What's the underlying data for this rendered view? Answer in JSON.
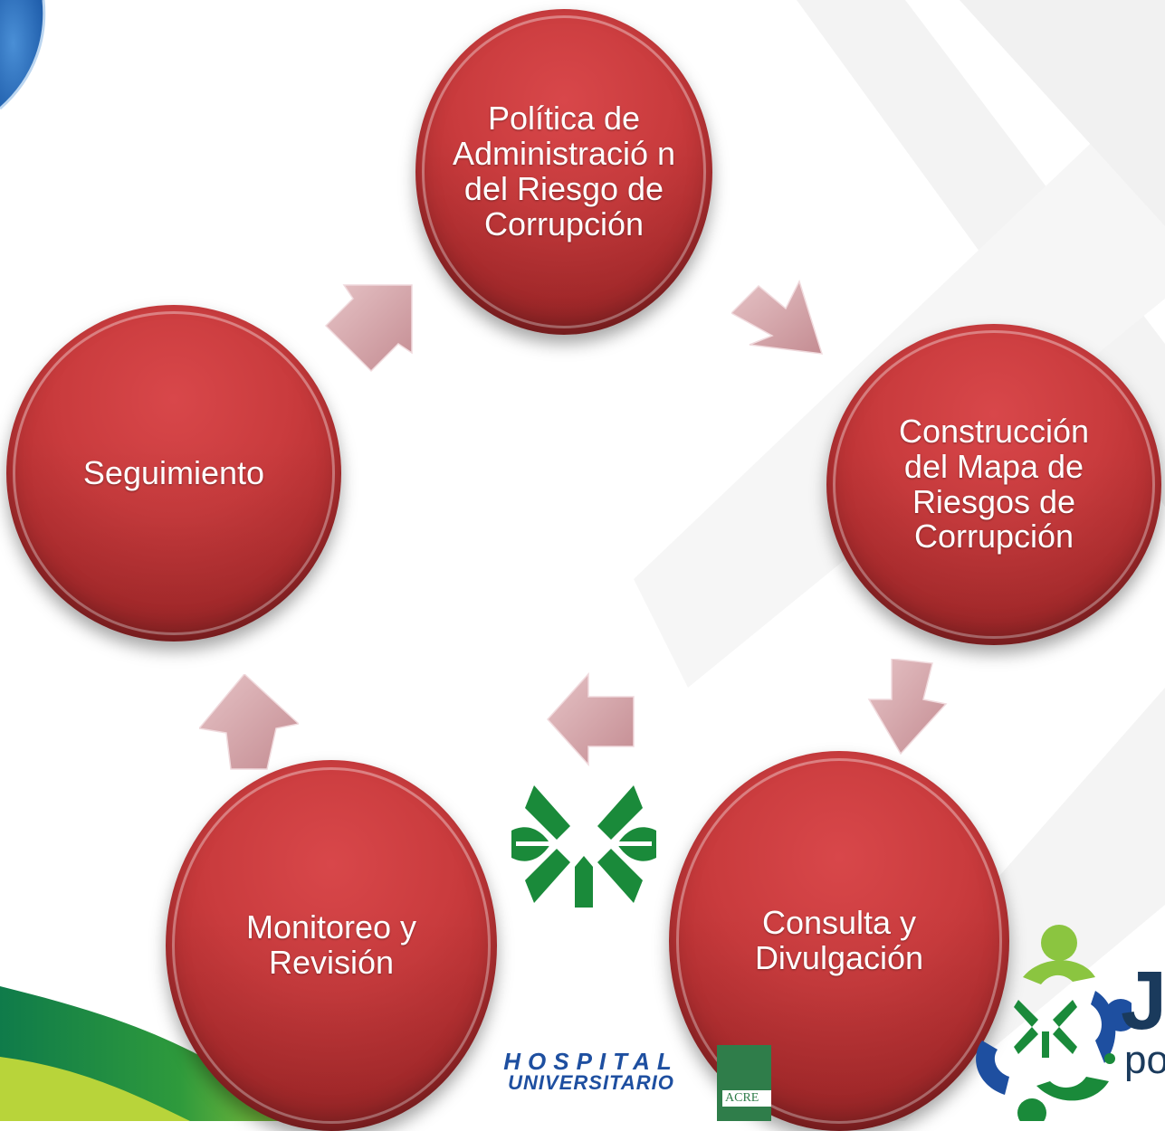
{
  "diagram": {
    "nodes": [
      {
        "id": "politica",
        "label": "Política de Administració n del Riesgo de Corrupción"
      },
      {
        "id": "construccion",
        "label": "Construcción del Mapa de Riesgos de Corrupción"
      },
      {
        "id": "consulta",
        "label": "Consulta y Divulgación"
      },
      {
        "id": "monitoreo",
        "label": "Monitoreo y Revisión"
      },
      {
        "id": "seguimiento",
        "label": "Seguimiento"
      }
    ],
    "flow": "politica → construccion → consulta → monitoreo → seguimiento → politica"
  },
  "logos": {
    "hospital_line1": "HOSPITAL",
    "hospital_line2": "UNIVERSITARIO",
    "acreditation": "ACRE",
    "right_big": "J",
    "right_small": "po"
  },
  "colors": {
    "node": "#c93b3d",
    "arrow": "#d4a2a6",
    "logo_green": "#1a8a3a",
    "logo_blue": "#1e4fa0"
  }
}
